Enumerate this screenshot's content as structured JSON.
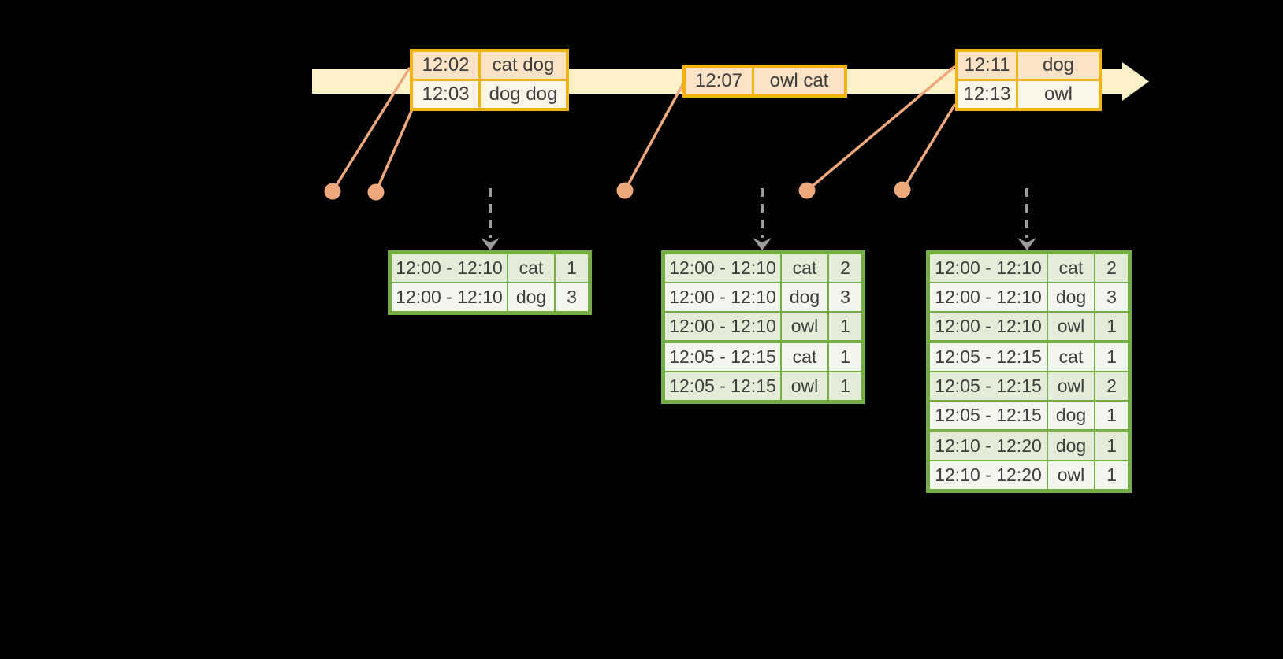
{
  "colors": {
    "background": "#000000",
    "timeline-band": "#fbf1c8",
    "event-border": "#f0b310",
    "event-row-odd": "#fce3c5",
    "event-row-even": "#fdf4e8",
    "marker": "#efa87c",
    "flow-arrow": "#9c9c9c",
    "result-border": "#74ae43",
    "result-row-odd": "#e2ecd6",
    "result-row-even": "#f2f6ec",
    "text": "#3e3e3e"
  },
  "event_tables": [
    {
      "rows": [
        {
          "time": "12:02",
          "words": "cat dog"
        },
        {
          "time": "12:03",
          "words": "dog dog"
        }
      ]
    },
    {
      "rows": [
        {
          "time": "12:07",
          "words": "owl cat"
        }
      ]
    },
    {
      "rows": [
        {
          "time": "12:11",
          "words": "dog"
        },
        {
          "time": "12:13",
          "words": "owl"
        }
      ]
    }
  ],
  "result_tables": [
    {
      "rows": [
        {
          "window": "12:00 - 12:10",
          "word": "cat",
          "count": "1"
        },
        {
          "window": "12:00 - 12:10",
          "word": "dog",
          "count": "3"
        }
      ]
    },
    {
      "rows": [
        {
          "window": "12:00 - 12:10",
          "word": "cat",
          "count": "2"
        },
        {
          "window": "12:00 - 12:10",
          "word": "dog",
          "count": "3"
        },
        {
          "window": "12:00 - 12:10",
          "word": "owl",
          "count": "1"
        },
        {
          "window": "12:05 - 12:15",
          "word": "cat",
          "count": "1"
        },
        {
          "window": "12:05 - 12:15",
          "word": "owl",
          "count": "1"
        }
      ]
    },
    {
      "rows": [
        {
          "window": "12:00 - 12:10",
          "word": "cat",
          "count": "2"
        },
        {
          "window": "12:00 - 12:10",
          "word": "dog",
          "count": "3"
        },
        {
          "window": "12:00 - 12:10",
          "word": "owl",
          "count": "1"
        },
        {
          "window": "12:05 - 12:15",
          "word": "cat",
          "count": "1"
        },
        {
          "window": "12:05 - 12:15",
          "word": "owl",
          "count": "2"
        },
        {
          "window": "12:05 - 12:15",
          "word": "dog",
          "count": "1"
        },
        {
          "window": "12:10 - 12:20",
          "word": "dog",
          "count": "1"
        },
        {
          "window": "12:10 - 12:20",
          "word": "owl",
          "count": "1"
        }
      ]
    }
  ]
}
